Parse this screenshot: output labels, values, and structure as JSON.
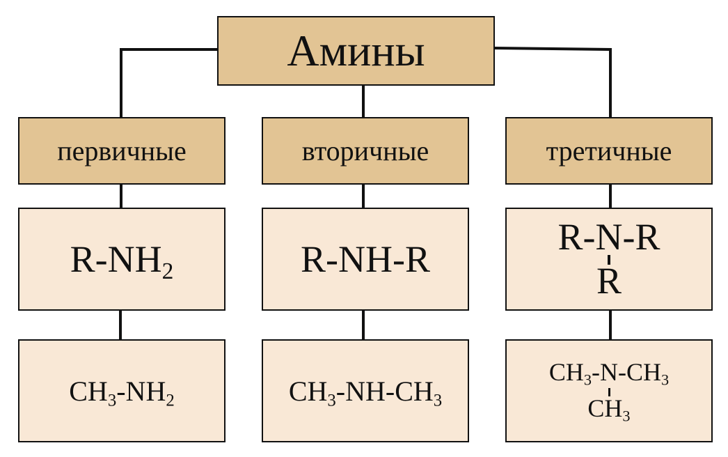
{
  "root": {
    "label": "Амины"
  },
  "columns": [
    {
      "category": "первичные",
      "general": {
        "main": "R-NH",
        "sub": "2"
      },
      "example": {
        "p1": "CH",
        "s1": "3",
        "p2": "-NH",
        "s2": "2"
      }
    },
    {
      "category": "вторичные",
      "general": {
        "main": "R-NH-R"
      },
      "example": {
        "p1": "CH",
        "s1": "3",
        "p2": "-NH-CH",
        "s2": "3"
      }
    },
    {
      "category": "третичные",
      "general": {
        "top": "R-N-R",
        "branch": "R"
      },
      "example": {
        "p1": "CH",
        "s1": "3",
        "p2": "-N-CH",
        "s2": "3",
        "b1": "CH",
        "bs": "3"
      }
    }
  ],
  "colors": {
    "header_fill": "#e2c494",
    "cell_fill": "#f9e8d6",
    "line": "#111111"
  }
}
